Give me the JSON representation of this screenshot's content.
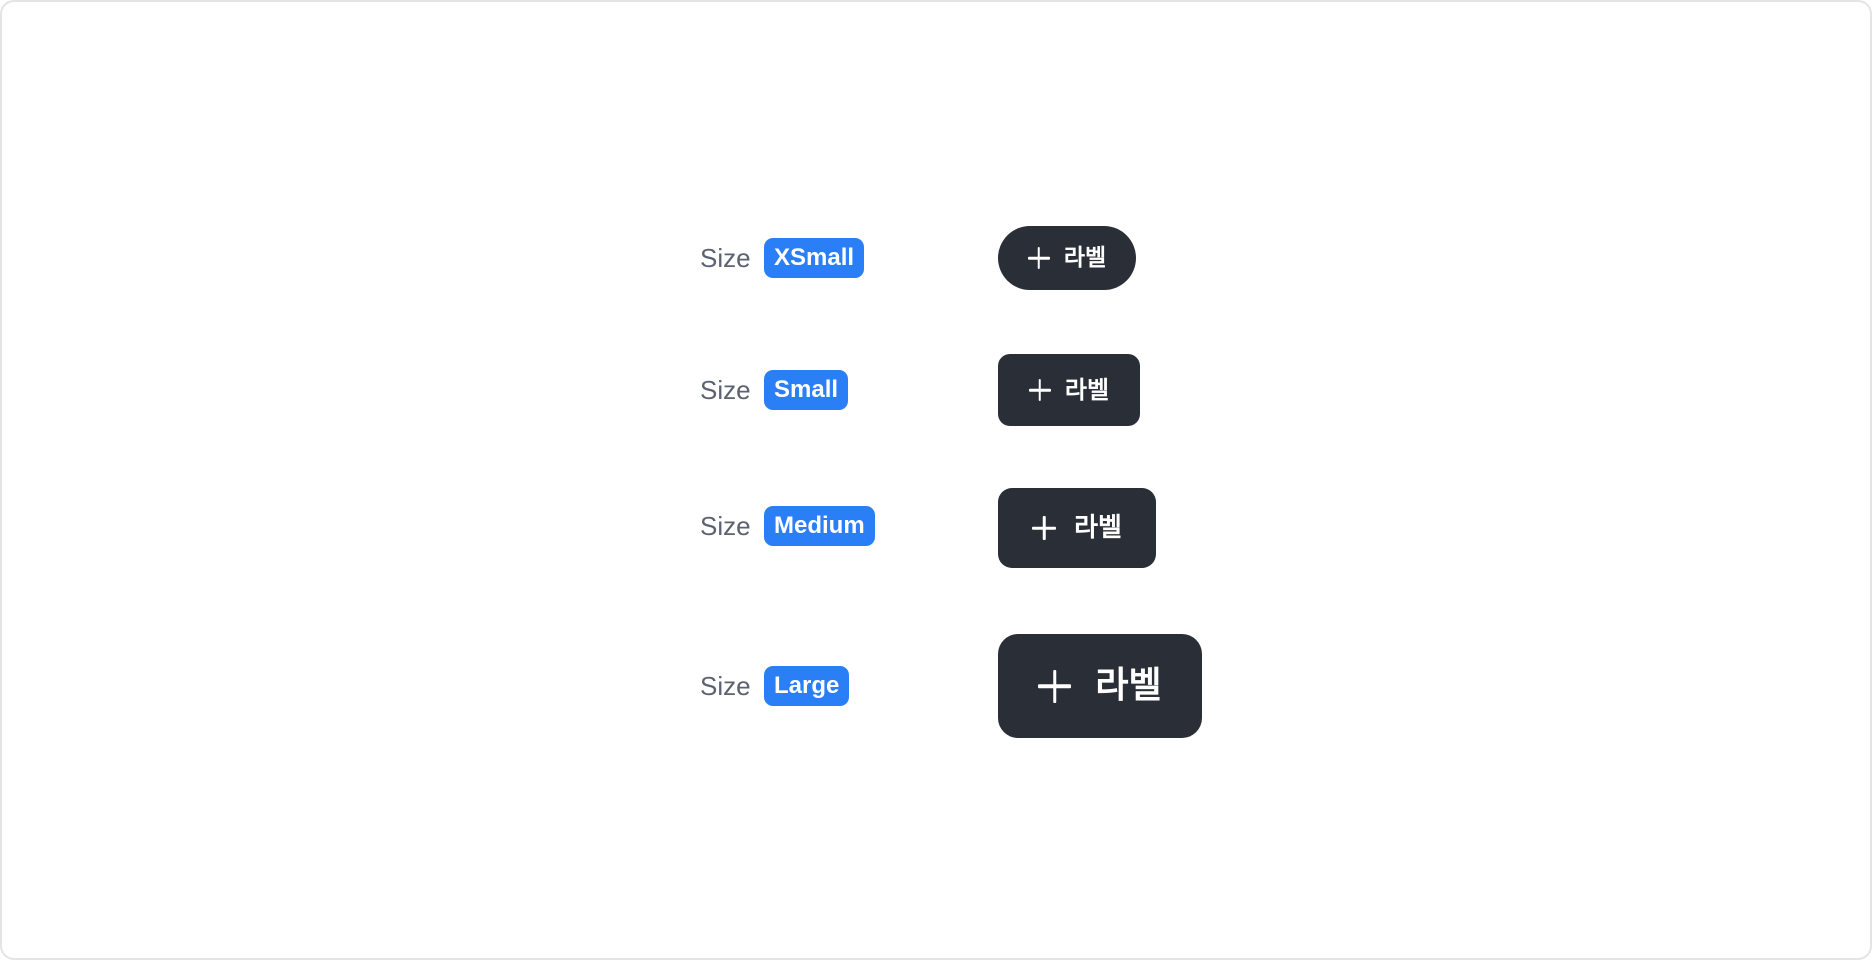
{
  "colors": {
    "badge_bg": "#2b7ff6",
    "button_bg": "#2a2f37",
    "label_text": "#5b6270",
    "frame_border": "#e4e4e6"
  },
  "rows": [
    {
      "prefix": "Size",
      "size": "XSmall",
      "button": {
        "icon": "plus-icon",
        "label": "라벨"
      }
    },
    {
      "prefix": "Size",
      "size": "Small",
      "button": {
        "icon": "plus-icon",
        "label": "라벨"
      }
    },
    {
      "prefix": "Size",
      "size": "Medium",
      "button": {
        "icon": "plus-icon",
        "label": "라벨"
      }
    },
    {
      "prefix": "Size",
      "size": "Large",
      "button": {
        "icon": "plus-icon",
        "label": "라벨"
      }
    }
  ]
}
